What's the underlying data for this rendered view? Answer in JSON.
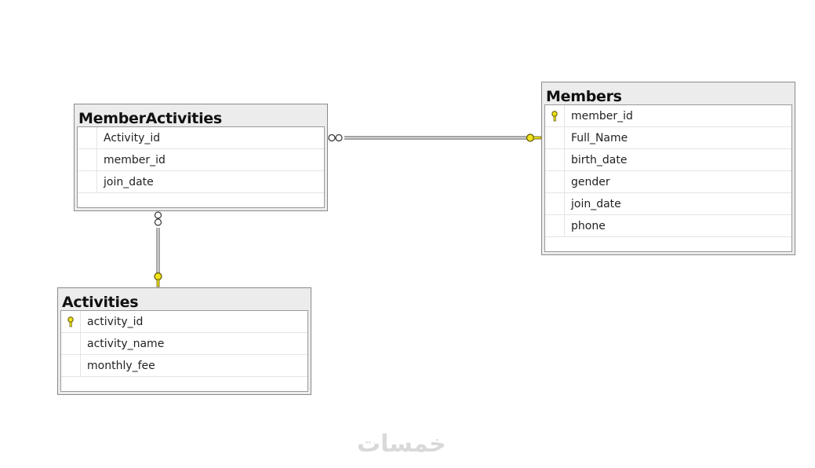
{
  "tables": {
    "member_activities": {
      "title": "MemberActivities",
      "columns": [
        {
          "name": "Activity_id",
          "key": false
        },
        {
          "name": "member_id",
          "key": false
        },
        {
          "name": "join_date",
          "key": false
        }
      ]
    },
    "members": {
      "title": "Members",
      "columns": [
        {
          "name": "member_id",
          "key": true
        },
        {
          "name": "Full_Name",
          "key": false
        },
        {
          "name": "birth_date",
          "key": false
        },
        {
          "name": "gender",
          "key": false
        },
        {
          "name": "join_date",
          "key": false
        },
        {
          "name": "phone",
          "key": false
        }
      ]
    },
    "activities": {
      "title": "Activities",
      "columns": [
        {
          "name": "activity_id",
          "key": true
        },
        {
          "name": "activity_name",
          "key": false
        },
        {
          "name": "monthly_fee",
          "key": false
        }
      ]
    }
  },
  "relationships": [
    {
      "from": "MemberActivities",
      "to": "Members",
      "many_end": "MemberActivities",
      "one_end": "Members"
    },
    {
      "from": "MemberActivities",
      "to": "Activities",
      "many_end": "MemberActivities",
      "one_end": "Activities"
    }
  ],
  "colors": {
    "key_icon": "#f0e21c",
    "key_outline": "#5a5200",
    "line": "#6a6a6a"
  },
  "watermark": "خمسات"
}
